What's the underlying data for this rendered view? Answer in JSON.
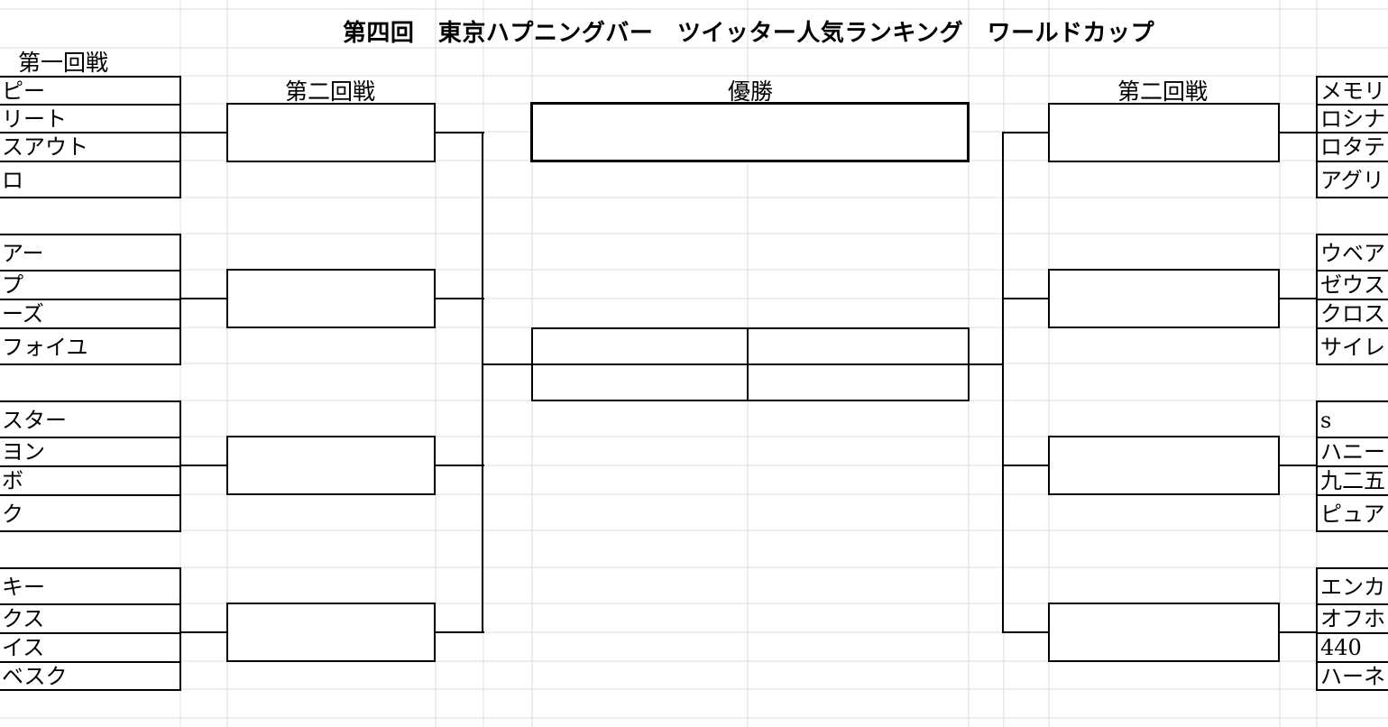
{
  "title": "第四回　東京ハプニングバー　ツイッター人気ランキング　ワールドカップ",
  "headers": {
    "round1_left": "第一回戦",
    "round2_left": "第二回戦",
    "final": "優勝",
    "round2_right": "第二回戦"
  },
  "left_entries": [
    "ピー",
    "リート",
    "スアウト",
    "ロ",
    "アー",
    "プ",
    "ーズ",
    "フォイユ",
    "スター",
    "ヨン",
    "ボ",
    "ク",
    "キー",
    "クス",
    "イス",
    "ベスク"
  ],
  "right_entries": [
    "メモリ",
    "ロシナ",
    "ロタテ",
    "アグリ",
    "ウベア",
    "ゼウス",
    "クロス",
    "サイレ",
    "s",
    "ハニー",
    "九二五",
    "ピュア",
    "エンカ",
    "オフホ",
    "440",
    "ハーネ"
  ]
}
